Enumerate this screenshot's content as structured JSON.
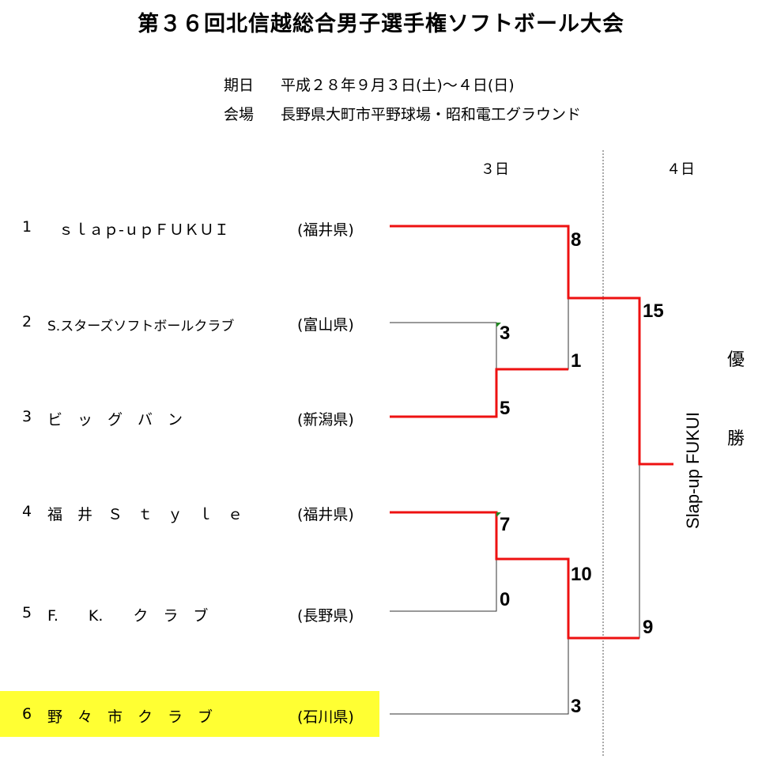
{
  "title": "第３６回北信越総合男子選手権ソフトボール大会",
  "meta": {
    "date_label": "期日",
    "date_value": "平成２８年９月３日(土)～４日(日)",
    "venue_label": "会場",
    "venue_value": "長野県大町市平野球場・昭和電工グラウンド"
  },
  "days": {
    "day1": "３日",
    "day2": "４日"
  },
  "teams": [
    {
      "seed": "1",
      "name": "ｓｌａｐ-ｕｐＦＵＫＵＩ",
      "pref": "(福井県)"
    },
    {
      "seed": "2",
      "name": "S.スターズソフトボールクラブ",
      "pref": "(富山県)"
    },
    {
      "seed": "3",
      "name": "ビ　ッ　グ　バ　ン",
      "pref": "(新潟県)"
    },
    {
      "seed": "4",
      "name": "福　井　Ｓ　ｔ　ｙ　ｌ　ｅ",
      "pref": "(福井県)"
    },
    {
      "seed": "5",
      "name": "F.　　K.　　ク　ラ　ブ",
      "pref": "(長野県)"
    },
    {
      "seed": "6",
      "name": "野　々　市　ク　ラ　ブ",
      "pref": "(石川県)"
    }
  ],
  "scores": {
    "r1a_team2": "3",
    "r1a_team3": "5",
    "r1b_team4": "7",
    "r1b_team5": "0",
    "sf1_team1": "8",
    "sf1_winner23": "1",
    "sf2_winner45": "10",
    "sf2_team6": "3",
    "final_top": "15",
    "final_bottom": "9"
  },
  "winner": {
    "team": "Slap-up FUKUI",
    "label_1": "優",
    "label_2": "勝"
  },
  "colors": {
    "winner_path": "#ee1111",
    "loser_path": "#333333",
    "highlight": "#ffff33",
    "divider": "#555555",
    "marker": "#228822"
  }
}
